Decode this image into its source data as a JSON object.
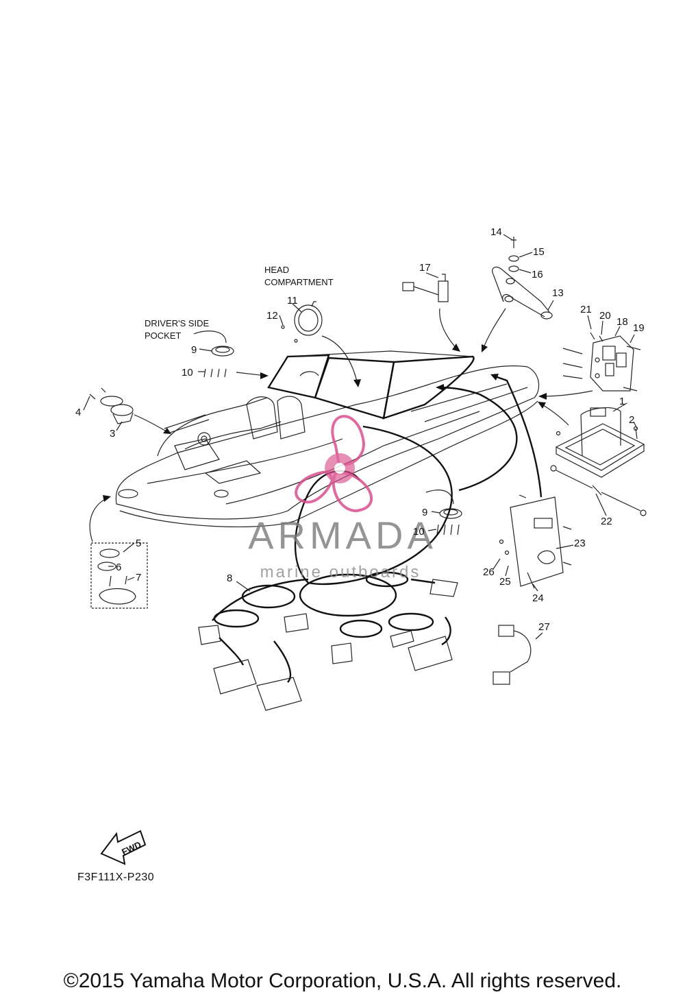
{
  "callouts": {
    "c1": "1",
    "c2": "2",
    "c3": "3",
    "c4": "4",
    "c5": "5",
    "c6": "6",
    "c7": "7",
    "c8": "8",
    "c9a": "9",
    "c9b": "9",
    "c10a": "10",
    "c10b": "10",
    "c11": "11",
    "c12": "12",
    "c13": "13",
    "c14": "14",
    "c15": "15",
    "c16": "16",
    "c17": "17",
    "c18": "18",
    "c19": "19",
    "c20": "20",
    "c21": "21",
    "c22": "22",
    "c23": "23",
    "c24": "24",
    "c25": "25",
    "c26": "26",
    "c27": "27"
  },
  "captions": {
    "head_line1": "HEAD",
    "head_line2": "COMPARTMENT",
    "driver_line1": "DRIVER'S SIDE",
    "driver_line2": "POCKET"
  },
  "fwd_label": "FWD",
  "diagram_code": "F3F111X-P230",
  "copyright": "©2015 Yamaha Motor Corporation, U.S.A. All rights reserved.",
  "watermark": {
    "brand": "ARMADA",
    "tagline": "marine outboards"
  },
  "colors": {
    "ink": "#111111",
    "watermark_pink": "#d94f8f",
    "watermark_gray": "#7a7a7a"
  }
}
